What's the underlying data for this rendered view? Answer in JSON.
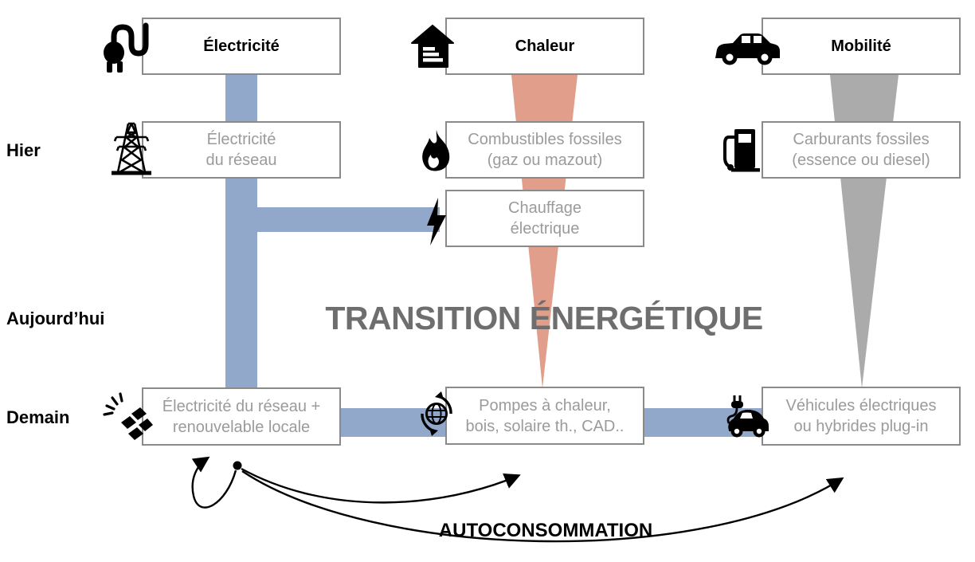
{
  "title": "TRANSITION ÉNERGÉTIQUE",
  "autoconsommation_label": "AUTOCONSOMMATION",
  "row_labels": {
    "hier": "Hier",
    "aujourdhui": "Aujourd’hui",
    "demain": "Demain"
  },
  "columns": {
    "electricite": {
      "header": "Électricité",
      "header_icon": "electric-plug-icon",
      "hier": {
        "line1": "Électricité",
        "line2": "du réseau",
        "icon": "power-line-tower-icon"
      },
      "demain": {
        "line1": "Électricité du réseau +",
        "line2": "renouvelable locale",
        "icon": "solar-panel-icon"
      }
    },
    "chaleur": {
      "header": "Chaleur",
      "header_icon": "energy-label-house-icon",
      "hier": {
        "line1": "Combustibles fossiles",
        "line2": "(gaz ou mazout)",
        "icon": "flame-icon"
      },
      "aujourdhui": {
        "line1": "Chauffage",
        "line2": "électrique",
        "icon": "lightning-bolt-icon"
      },
      "demain": {
        "line1": "Pompes à chaleur,",
        "line2": "bois, solaire th., CAD..",
        "icon": "globe-renewables-icon"
      }
    },
    "mobilite": {
      "header": "Mobilité",
      "header_icon": "car-icon",
      "hier": {
        "line1": "Carburants fossiles",
        "line2": "(essence ou diesel)",
        "icon": "fuel-pump-icon"
      },
      "demain": {
        "line1": "Véhicules électriques",
        "line2": "ou hybrides plug-in",
        "icon": "electric-car-icon"
      }
    }
  },
  "colors": {
    "electricity_flow": "#92a8cb",
    "heat_flow": "#e19e8a",
    "mobility_flow": "#ababab",
    "box_border": "#8a8a8a",
    "box_text": "#9b9b9b",
    "title_text": "#6e6e6e"
  }
}
